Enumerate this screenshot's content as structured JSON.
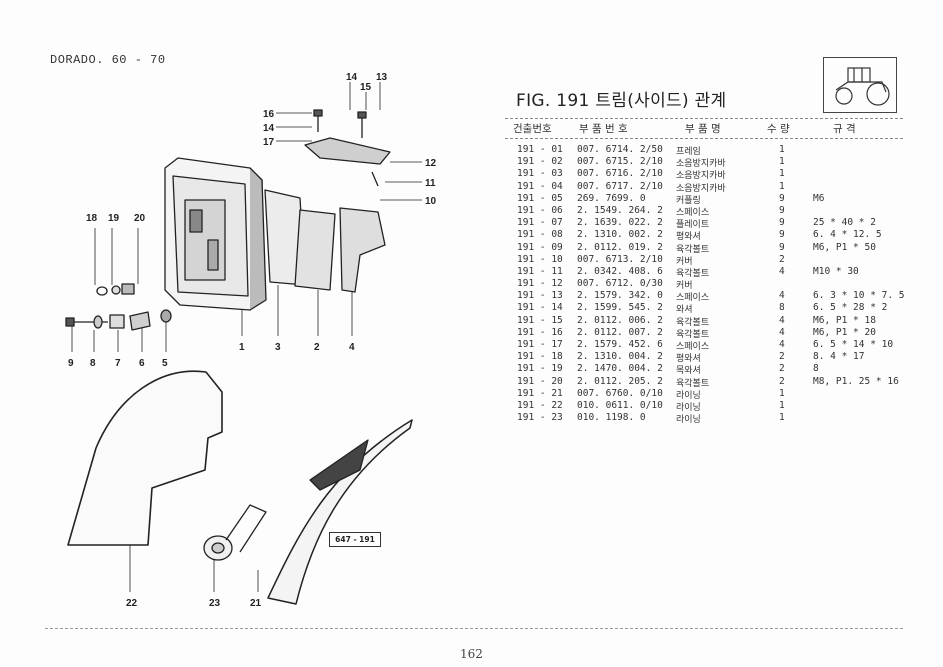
{
  "model": "DORADO. 60 - 70",
  "fig_title": "FIG. 191 트림(사이드) 관계",
  "headers": {
    "code": "건출번호",
    "part_no": "부 품 번 호",
    "part_name": "부 품 명",
    "qty": "수 량",
    "spec": "규 격"
  },
  "rows": [
    {
      "code": "191 - 01",
      "part_no": "007. 6714. 2/50",
      "name": "프레임",
      "qty": "1",
      "spec": ""
    },
    {
      "code": "191 - 02",
      "part_no": "007. 6715. 2/10",
      "name": "소음방지카바",
      "qty": "1",
      "spec": ""
    },
    {
      "code": "191 - 03",
      "part_no": "007. 6716. 2/10",
      "name": "소음방지카바",
      "qty": "1",
      "spec": ""
    },
    {
      "code": "191 - 04",
      "part_no": "007. 6717. 2/10",
      "name": "소음방지카바",
      "qty": "1",
      "spec": ""
    },
    {
      "code": "191 - 05",
      "part_no": "269. 7699. 0",
      "name": "커플링",
      "qty": "9",
      "spec": "M6"
    },
    {
      "code": "191 - 06",
      "part_no": "2. 1549. 264. 2",
      "name": "스페이스",
      "qty": "9",
      "spec": ""
    },
    {
      "code": "191 - 07",
      "part_no": "2. 1639. 022. 2",
      "name": "플레이트",
      "qty": "9",
      "spec": "25 * 40 * 2"
    },
    {
      "code": "191 - 08",
      "part_no": "2. 1310. 002. 2",
      "name": "평와셔",
      "qty": "9",
      "spec": "6. 4 * 12. 5"
    },
    {
      "code": "191 - 09",
      "part_no": "2. 0112. 019. 2",
      "name": "육각볼트",
      "qty": "9",
      "spec": "M6,  P1 * 50"
    },
    {
      "code": "191 - 10",
      "part_no": "007. 6713. 2/10",
      "name": "커버",
      "qty": "2",
      "spec": ""
    },
    {
      "code": "191 - 11",
      "part_no": "2. 0342. 408. 6",
      "name": "육각볼트",
      "qty": "4",
      "spec": "M10 * 30"
    },
    {
      "code": "191 - 12",
      "part_no": "007. 6712. 0/30",
      "name": "커버",
      "qty": "",
      "spec": ""
    },
    {
      "code": "191 - 13",
      "part_no": "2. 1579. 342. 0",
      "name": "스페이스",
      "qty": "4",
      "spec": "6. 3 * 10 * 7. 5"
    },
    {
      "code": "191 - 14",
      "part_no": "2. 1599. 545. 2",
      "name": "와셔",
      "qty": "8",
      "spec": "6. 5 * 28 * 2"
    },
    {
      "code": "191 - 15",
      "part_no": "2. 0112. 006. 2",
      "name": "육각볼트",
      "qty": "4",
      "spec": "M6,  P1 * 18"
    },
    {
      "code": "191 - 16",
      "part_no": "2. 0112. 007. 2",
      "name": "육각볼트",
      "qty": "4",
      "spec": "M6,  P1 * 20"
    },
    {
      "code": "191 - 17",
      "part_no": "2. 1579. 452. 6",
      "name": "스페이스",
      "qty": "4",
      "spec": "6. 5 * 14 * 10"
    },
    {
      "code": "191 - 18",
      "part_no": "2. 1310. 004. 2",
      "name": "평와셔",
      "qty": "2",
      "spec": "8. 4 * 17"
    },
    {
      "code": "191 - 19",
      "part_no": "2. 1470. 004. 2",
      "name": "목와셔",
      "qty": "2",
      "spec": "8"
    },
    {
      "code": "191 - 20",
      "part_no": "2. 0112. 205. 2",
      "name": "육각볼트",
      "qty": "2",
      "spec": "M8,  P1. 25 * 16"
    },
    {
      "code": "191 - 21",
      "part_no": "007. 6760. 0/10",
      "name": "라이닝",
      "qty": "1",
      "spec": ""
    },
    {
      "code": "191 - 22",
      "part_no": "010. 0611. 0/10",
      "name": "라이닝",
      "qty": "1",
      "spec": ""
    },
    {
      "code": "191 - 23",
      "part_no": "010. 1198. 0",
      "name": "라이닝",
      "qty": "1",
      "spec": ""
    }
  ],
  "callouts": [
    "14",
    "15",
    "13",
    "16",
    "14",
    "17",
    "12",
    "11",
    "10",
    "18",
    "19",
    "20",
    "9",
    "8",
    "7",
    "6",
    "5",
    "1",
    "3",
    "2",
    "4",
    "22",
    "23",
    "21"
  ],
  "drawing_ref": "647 - 191",
  "page_number": "162"
}
